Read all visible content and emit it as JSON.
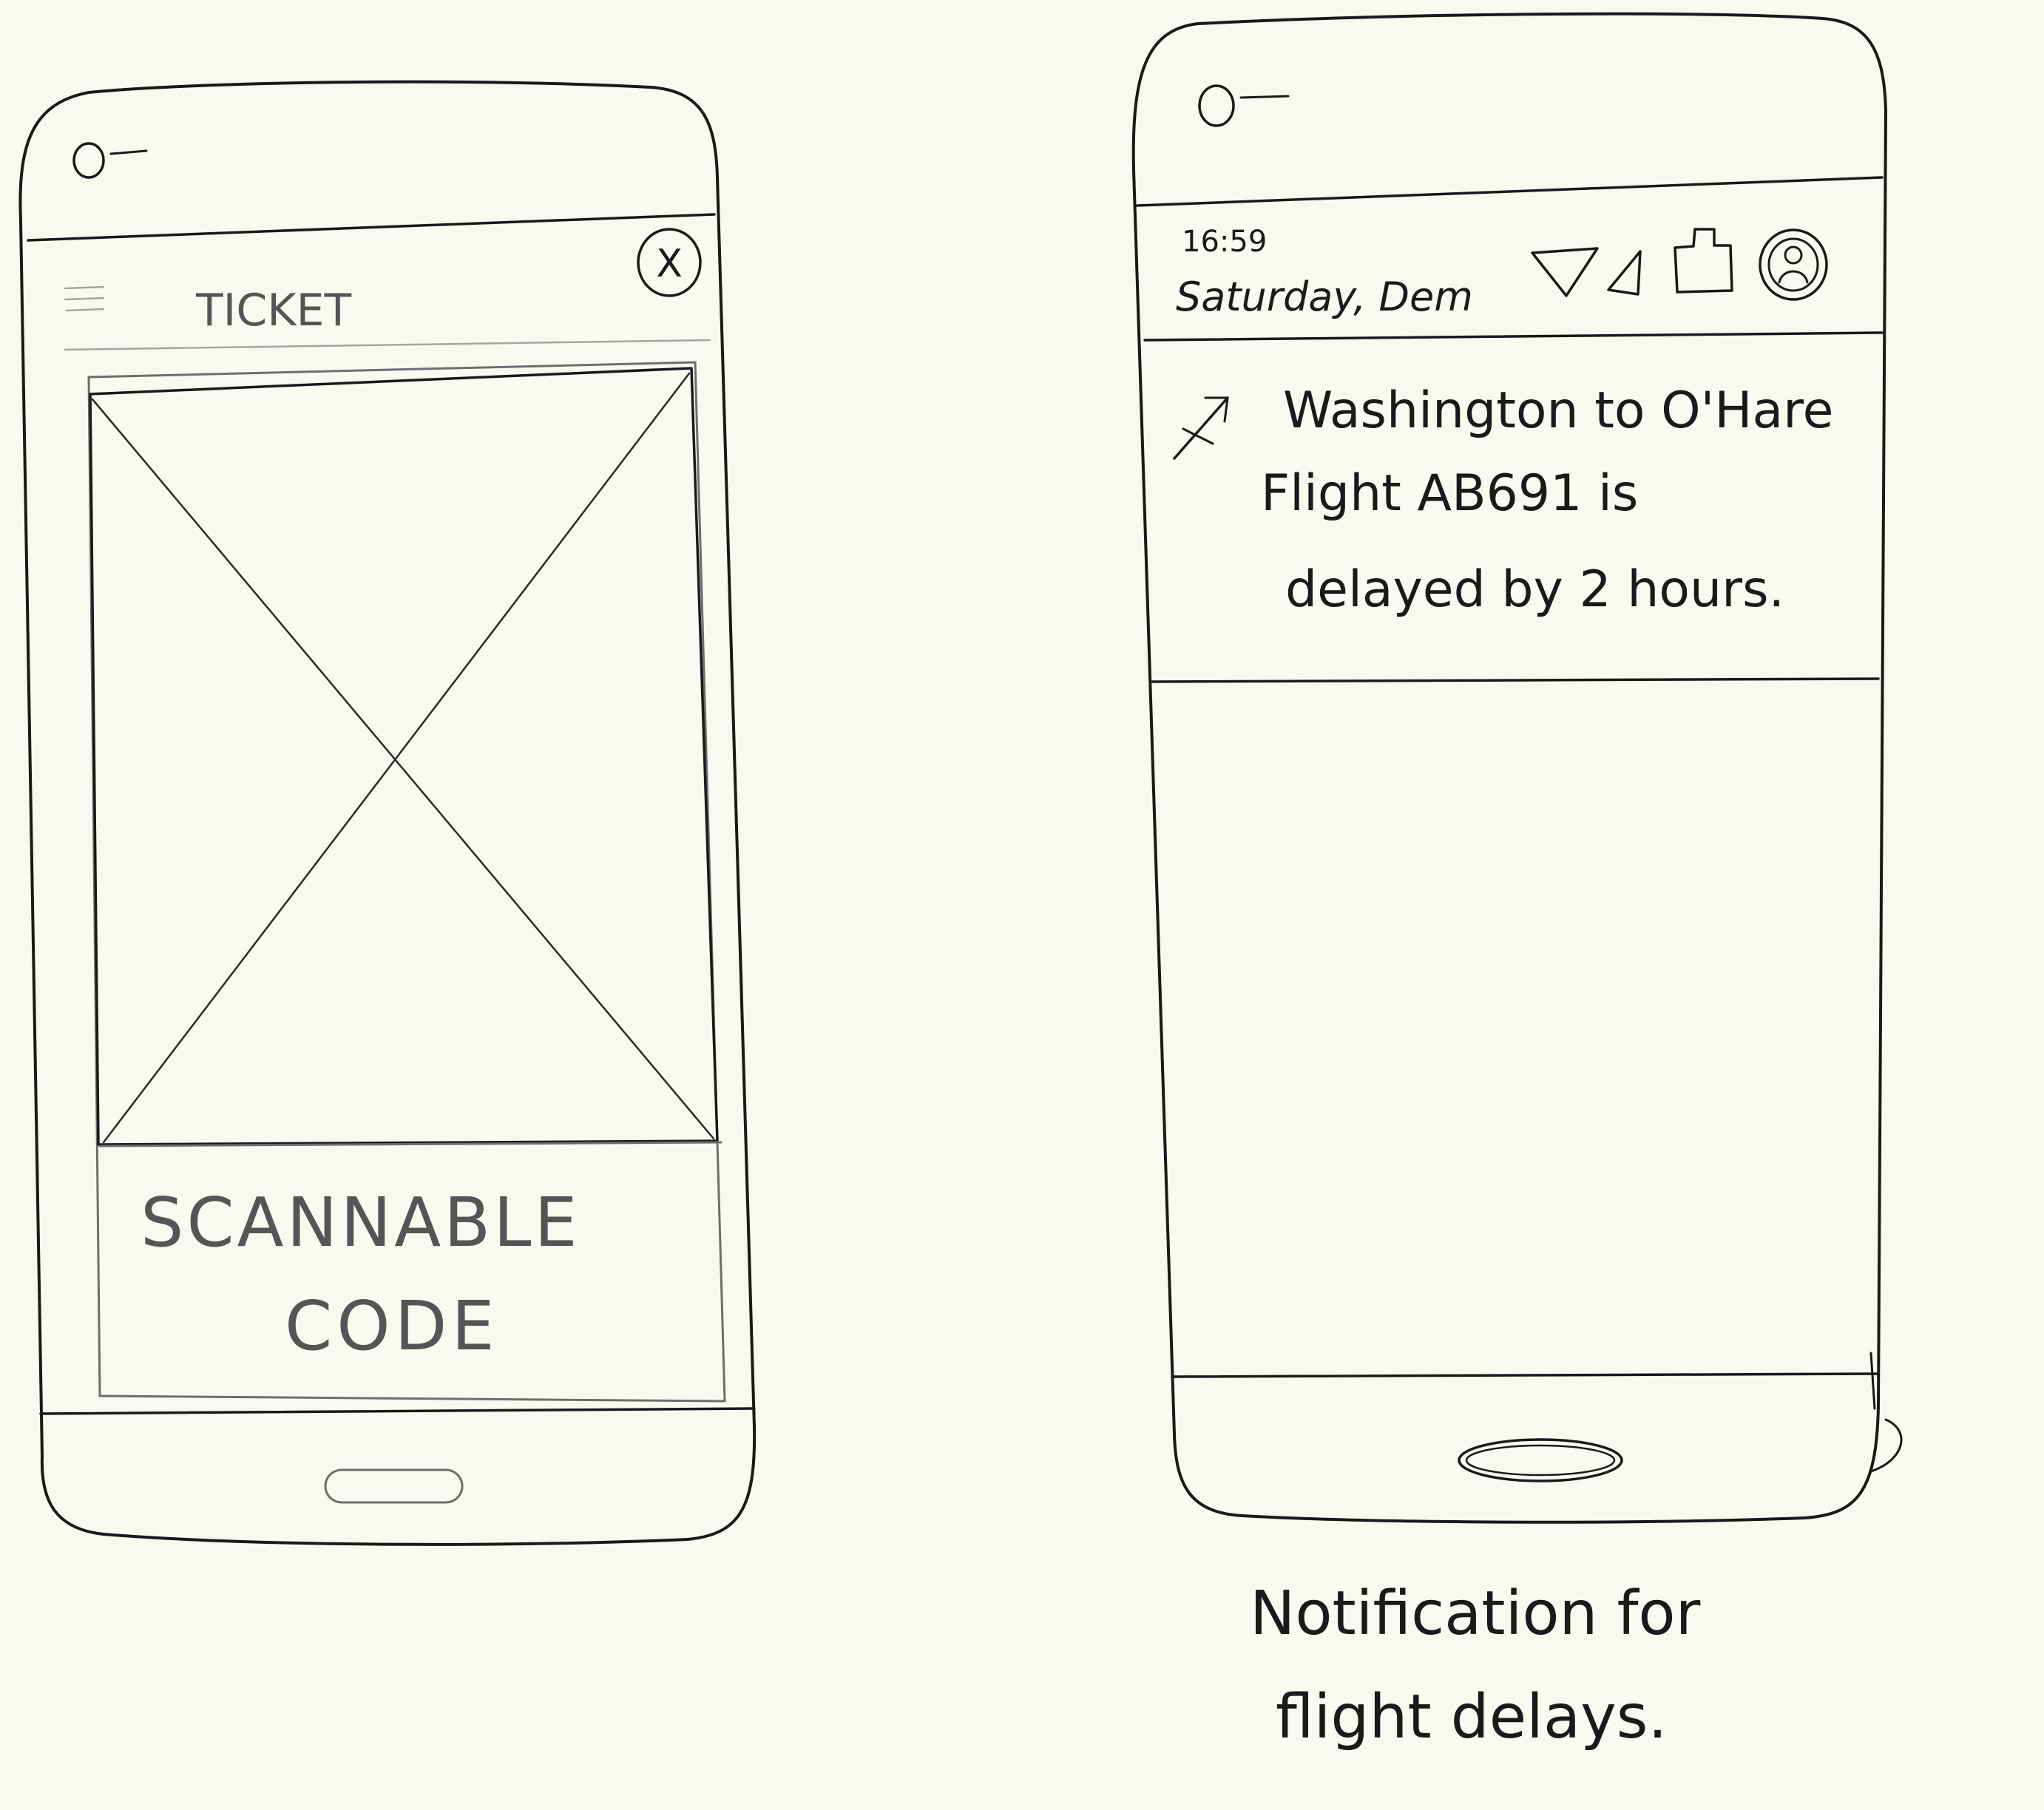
{
  "left_phone": {
    "title": "TICKET",
    "close_symbol": "X",
    "image_placeholder": "image-placeholder-crossed-box",
    "code_label_line1": "SCANNABLE",
    "code_label_line2": "CODE"
  },
  "right_phone": {
    "status_time": "16:59",
    "status_date": "Saturday, Dem",
    "status_icons": [
      "wifi-icon",
      "signal-icon",
      "battery-icon",
      "avatar-icon"
    ],
    "notification": {
      "icon": "airplane-icon",
      "line1": "Washington to O'Hare",
      "line2": "Flight AB691 is",
      "line3": "delayed by 2 hours."
    }
  },
  "caption": {
    "line1": "Notification for",
    "line2": "flight delays."
  },
  "colors": {
    "ink": "#1a1a1a",
    "pencil": "#6e6e6e",
    "paper": "#faf9ef"
  }
}
